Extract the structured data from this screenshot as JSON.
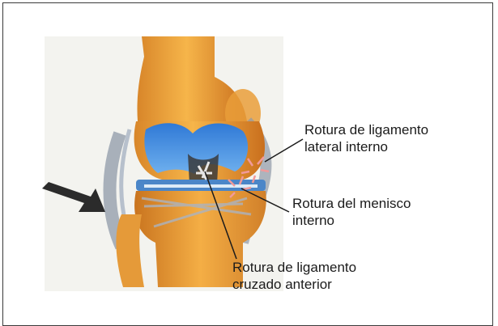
{
  "labels": {
    "ligamento_lateral_interno": {
      "line1": "Rotura de ligamento",
      "line2": "lateral interno"
    },
    "menisco_interno": {
      "line1": "Rotura del menisco",
      "line2": "interno"
    },
    "ligamento_cruzado_anterior": {
      "line1": "Rotura de ligamento",
      "line2": "cruzado anterior"
    }
  },
  "colors": {
    "bone": "#f0a93a",
    "bone_shadow": "#c9741f",
    "cartilage": "#3f8ee0",
    "meniscus": "#4b86c8",
    "ligament": "#9aa3b2",
    "tear": "#f4a0a0",
    "impact_arrow": "#2b2b2b"
  }
}
